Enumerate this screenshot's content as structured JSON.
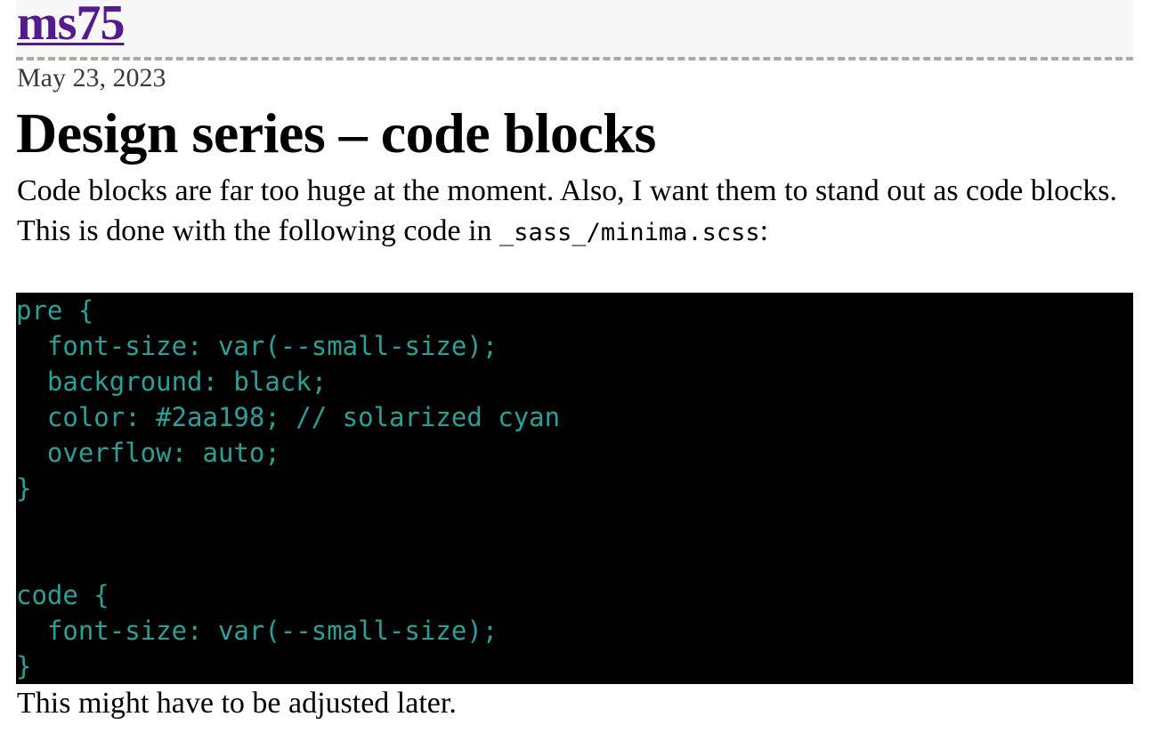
{
  "header": {
    "site_title": "ms75"
  },
  "post": {
    "date": "May 23, 2023",
    "title": "Design series – code blocks",
    "intro_before_code": "Code blocks are far too huge at the moment. Also, I want them to stand out as code blocks. This is done with the following code in ",
    "intro_inline_code": "_sass_/minima.scss",
    "intro_after_code": ":",
    "code_block": "pre {\n  font-size: var(--small-size);\n  background: black;\n  color: #2aa198; // solarized cyan\n  overflow: auto;\n}\n\n\ncode {\n  font-size: var(--small-size);\n}",
    "outro": "This might have to be adjusted later."
  },
  "colors": {
    "link": "#551a8b",
    "header_background": "#f7f7f7",
    "code_background": "#000000",
    "code_text": "#2aa198"
  }
}
